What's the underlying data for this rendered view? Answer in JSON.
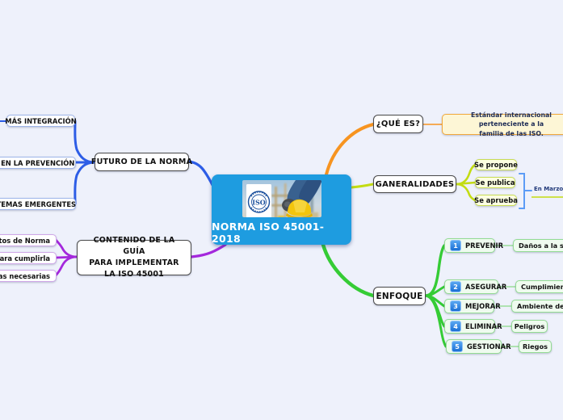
{
  "background": "#eef1fb",
  "center": {
    "title": "NORMA ISO 45001-2018",
    "card_color": "#1e9ce0",
    "logo": {
      "iso": "ISO"
    }
  },
  "futuro": {
    "label": "FUTURO DE LA NORMA",
    "color": "#2d5de6",
    "children": [
      {
        "label": "MÁS INTEGRACIÓN"
      },
      {
        "label": "UE EN LA PREVENCIÓN"
      },
      {
        "label": "E TEMAS EMERGENTES"
      }
    ]
  },
  "contenido": {
    "label": "CONTENIDO DE LA GUÍA\nPARA IMPLEMENTAR\nLA ISO 45001",
    "color": "#a428dc",
    "children": [
      {
        "label": "quisitos de Norma"
      },
      {
        "label": "uir para cumplirla"
      },
      {
        "label": "ientas necesarias"
      }
    ]
  },
  "que_es": {
    "label": "¿QUÉ ES?",
    "color": "#f79420",
    "note": "Estándar internacional perteneciente a la\nfamilia de las ISO."
  },
  "ganeralidades": {
    "label": "GANERALIDADES",
    "color": "#c3dc12",
    "children": [
      {
        "label": "Se propone"
      },
      {
        "label": "Se publica"
      },
      {
        "label": "Se aprueba"
      }
    ],
    "annotation": "En Marzo"
  },
  "enfoque": {
    "label": "ENFOQUE",
    "color": "#35cc35",
    "children": [
      {
        "num": "1",
        "label": "PREVENIR",
        "result": "Daños a la salud"
      },
      {
        "num": "2",
        "label": "ASEGURAR",
        "result": "Cumplimiento"
      },
      {
        "num": "3",
        "label": "MEJORAR",
        "result": "Ambiente de trabajo"
      },
      {
        "num": "4",
        "label": "ELIMINAR",
        "result": "Peligros"
      },
      {
        "num": "5",
        "label": "GESTIONAR",
        "result": "Riegos"
      }
    ]
  }
}
